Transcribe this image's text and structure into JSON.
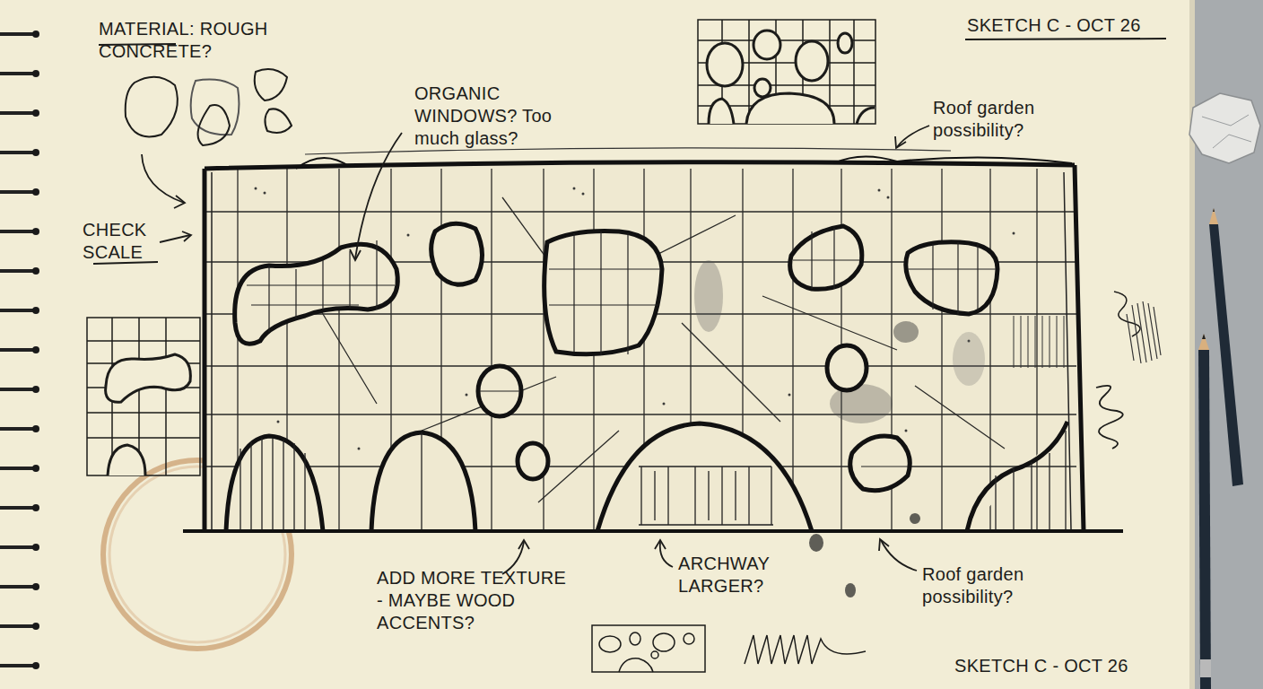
{
  "diagram": {
    "labels": [
      "MATERIAL: ROUGH CONCRETE?",
      "SKETCH C - OCT 26",
      "ORGANIC WINDOWS? Too much glass?",
      "Roof garden possibility?",
      "CHECK SCALE",
      "ADD MORE TEXTURE - MAYBE WOOD ACCENTS?",
      "ARCHWAY LARGER?",
      "Roof garden possibility?",
      "SKETCH C - OCT 26"
    ]
  }
}
